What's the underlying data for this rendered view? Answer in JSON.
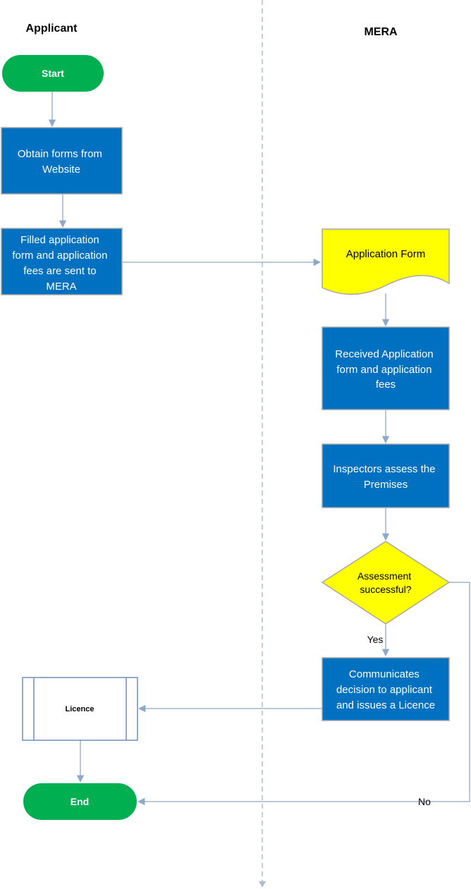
{
  "lanes": {
    "left": "Applicant",
    "right": "MERA"
  },
  "nodes": {
    "start": "Start",
    "obtain_forms": [
      "Obtain forms from",
      "Website"
    ],
    "filled_form": [
      "Filled application",
      "form and application",
      "fees are sent to",
      "MERA"
    ],
    "application_form": "Application Form",
    "received": [
      "Received Application",
      "form and application",
      "fees"
    ],
    "inspectors": [
      "Inspectors assess the",
      "Premises"
    ],
    "assessment": [
      "Assessment",
      "successful?"
    ],
    "communicates": [
      "Communicates",
      "decision to applicant",
      "and issues a Licence"
    ],
    "licence": "Licence",
    "end": "End"
  },
  "edge_labels": {
    "yes": "Yes",
    "no": "No"
  },
  "colors": {
    "terminal": "#00B050",
    "process": "#0070C0",
    "process_border": "#A6A6A6",
    "decision": "#FFFF00",
    "connector": "#8EA9C8",
    "divider": "#A9BCD2"
  }
}
